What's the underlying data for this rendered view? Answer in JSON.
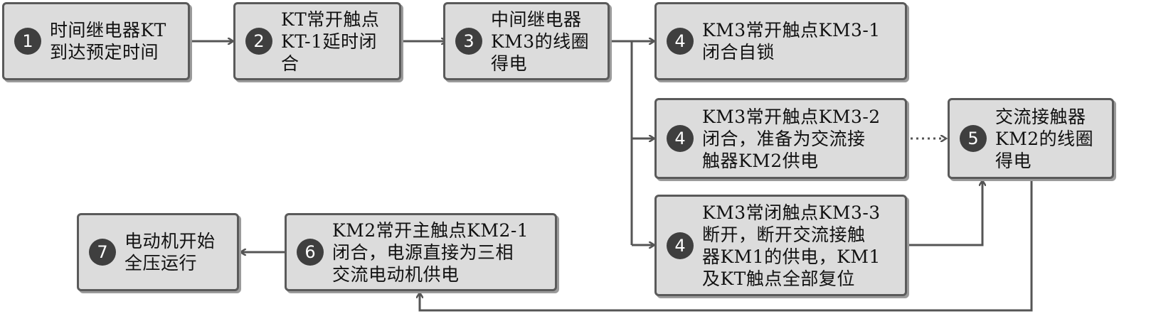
{
  "nodes": {
    "n1": {
      "num": "1",
      "text": "时间继电器KT\n到达预定时间"
    },
    "n2": {
      "num": "2",
      "text": "KT常开触点\nKT-1延时闭\n合"
    },
    "n3": {
      "num": "3",
      "text": "中间继电器\nKM3的线圈\n得电"
    },
    "n4a": {
      "num": "4",
      "text": "KM3常开触点KM3-1\n闭合自锁"
    },
    "n4b": {
      "num": "4",
      "text": "KM3常开触点KM3-2\n闭合，准备为交流接\n触器KM2供电"
    },
    "n4c": {
      "num": "4",
      "text": "KM3常闭触点KM3-3\n断开，断开交流接触\n器KM1的供电，KM1\n及KT触点全部复位"
    },
    "n5": {
      "num": "5",
      "text": "交流接触器\nKM2的线圈\n得电"
    },
    "n6": {
      "num": "6",
      "text": "KM2常开主触点KM2-1\n闭合，电源直接为三相\n交流电动机供电"
    },
    "n7": {
      "num": "7",
      "text": "电动机开始\n全压运行"
    }
  },
  "colors": {
    "box_fill": "#dcdcdc",
    "box_border": "#5a5a5a",
    "badge_fill": "#3f3f3f",
    "arrow": "#555555"
  }
}
